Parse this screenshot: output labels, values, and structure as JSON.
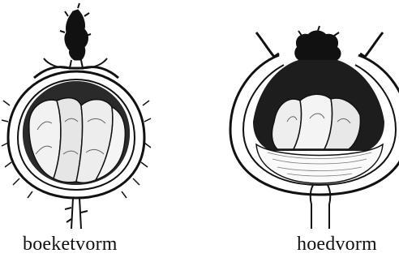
{
  "captions": {
    "left": "boeketvorm",
    "right": "hoedvorm"
  },
  "colors": {
    "ink": "#111111",
    "paper": "#ffffff"
  },
  "figures": [
    {
      "id": "left",
      "subject": "cross-section-drawing",
      "caption_key": "left"
    },
    {
      "id": "right",
      "subject": "cross-section-drawing",
      "caption_key": "right"
    }
  ]
}
